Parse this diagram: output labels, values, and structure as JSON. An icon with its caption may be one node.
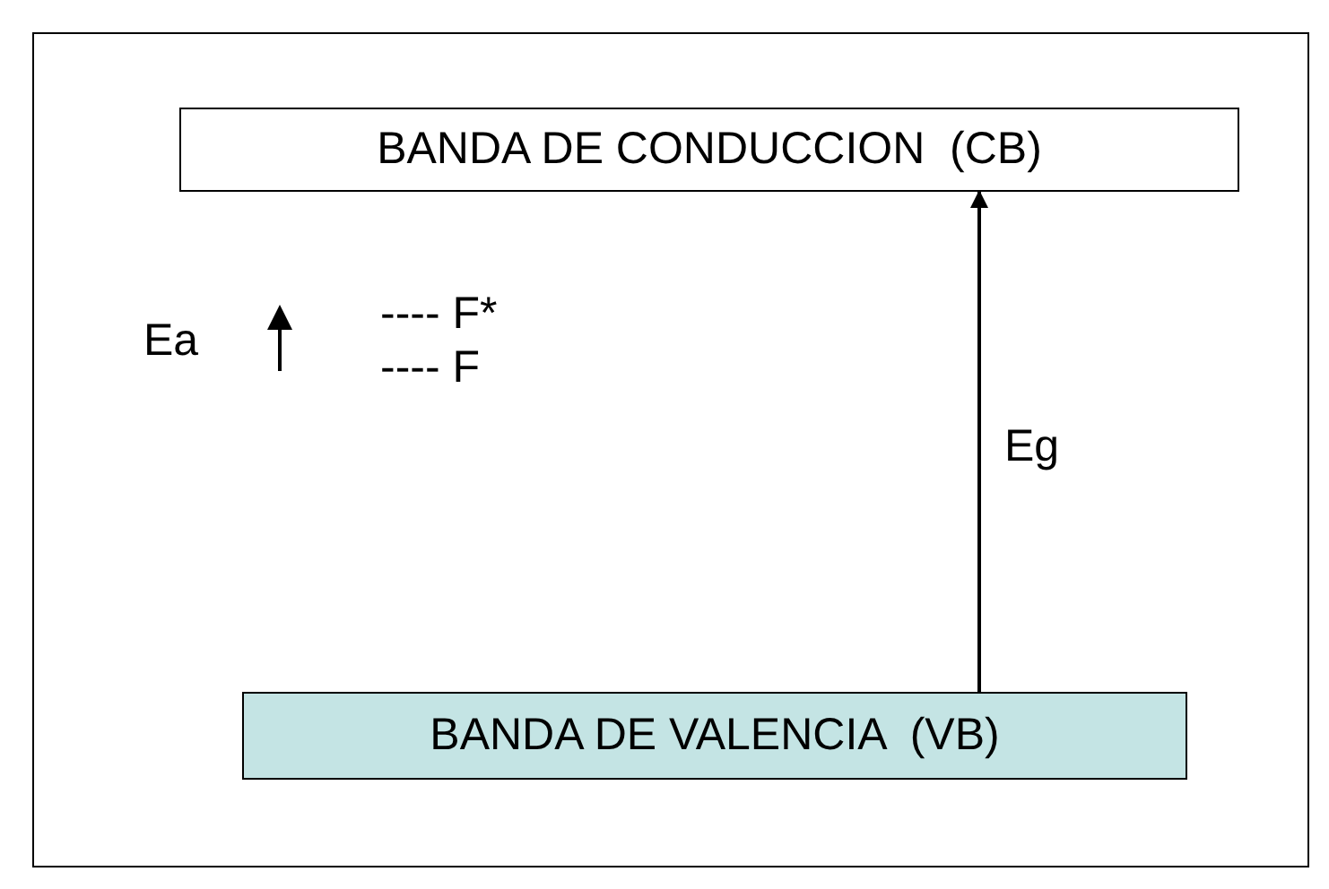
{
  "diagram": {
    "nodes": [
      {
        "text": [
          "BANDA DE CONDUCCION  (CB)"
        ]
      },
      {
        "text": [
          "BANDA DE VALENCIA  (VB)"
        ]
      }
    ],
    "edges": [
      {
        "from": 1,
        "to": 0,
        "arrow": "to",
        "label": "Eg"
      }
    ],
    "labels": [
      "Ea",
      "---- F*",
      "---- F"
    ]
  }
}
